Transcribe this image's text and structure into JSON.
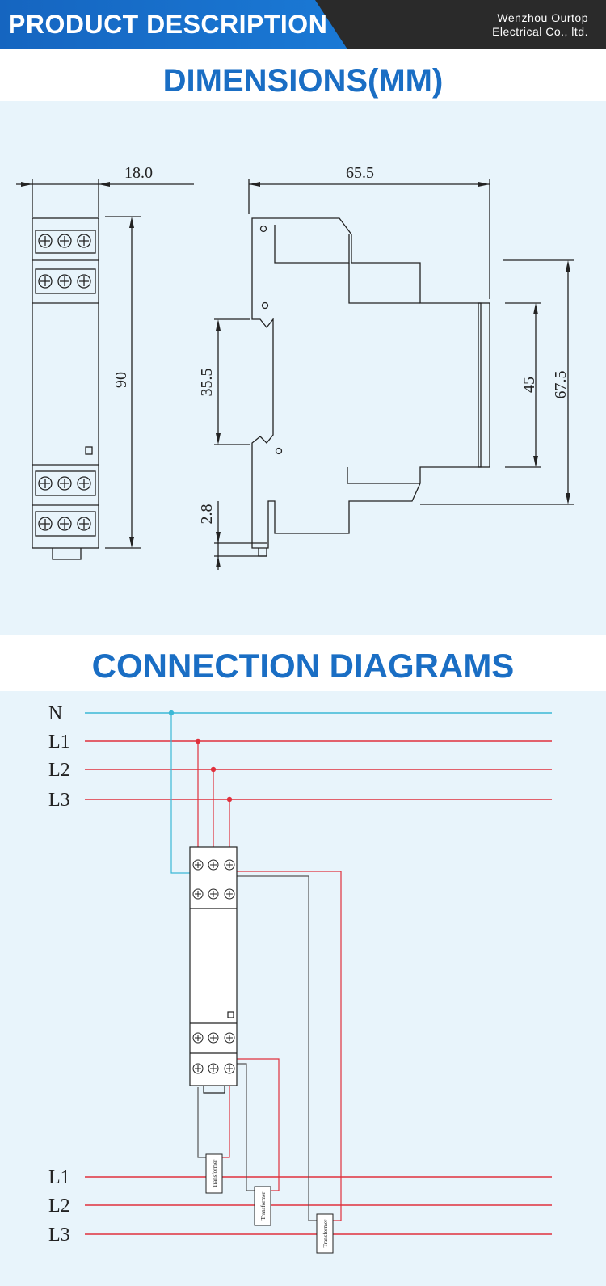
{
  "header": {
    "title": "PRODUCT DESCRIPTION",
    "company_line1": "Wenzhou Ourtop",
    "company_line2": "Electrical Co., ltd."
  },
  "dimensions": {
    "title": "DIMENSIONS(MM)",
    "width": "18.0",
    "height": "90",
    "depth": "65.5",
    "rail": "35.5",
    "front_height": "45",
    "body_height": "67.5",
    "clip": "2.8"
  },
  "connection": {
    "title": "CONNECTION DIAGRAMS",
    "top_lines": [
      "N",
      "L1",
      "L2",
      "L3"
    ],
    "bottom_lines": [
      "L1",
      "L2",
      "L3"
    ],
    "transformer_label": "Transformer"
  },
  "colors": {
    "brand_blue": "#1a6ec4",
    "neutral_line": "#3bb8d6",
    "phase_line": "#e0303c"
  }
}
